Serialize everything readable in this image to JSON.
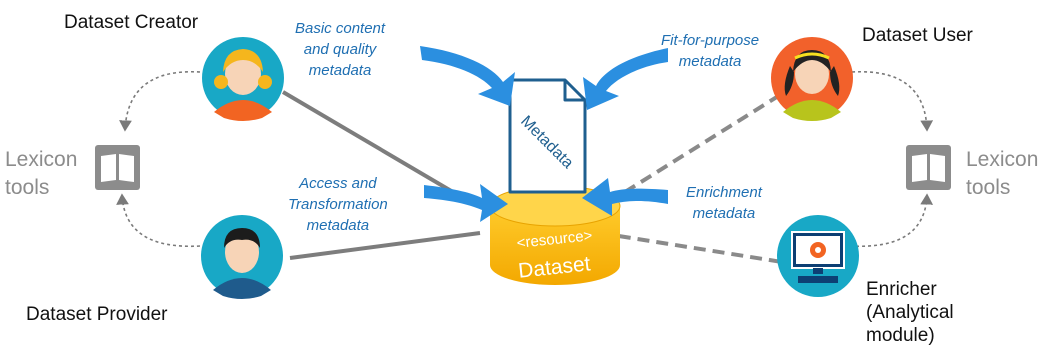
{
  "roles": {
    "creator": "Dataset Creator",
    "user": "Dataset User",
    "provider": "Dataset Provider",
    "enricher_line1": "Enricher",
    "enricher_line2": "(Analytical",
    "enricher_line3": "module)"
  },
  "metadata_labels": {
    "basic": [
      "Basic content",
      "and quality",
      "metadata"
    ],
    "fit": [
      "Fit-for-purpose",
      "metadata"
    ],
    "access": [
      "Access and",
      "Transformation",
      "metadata"
    ],
    "enrichment": [
      "Enrichment",
      "metadata"
    ]
  },
  "document": {
    "label": "Metadata"
  },
  "dataset": {
    "tag": "<resource>",
    "label": "Dataset"
  },
  "lexicon": {
    "left": [
      "Lexicon",
      "tools"
    ],
    "right": [
      "Lexicon",
      "tools"
    ]
  },
  "colors": {
    "arrow_blue": "#2b8fe0",
    "doc_blue": "#1f5f8f",
    "cylinder_yellow": "#f7b500",
    "avatar_teal": "#18a8c6",
    "avatar_orange": "#f2612b",
    "lexicon_gray": "#8c8c8c",
    "connector_gray": "#808080"
  },
  "icons": [
    "creator-avatar",
    "user-avatar",
    "provider-avatar",
    "enricher-computer-icon",
    "lexicon-book-icon",
    "metadata-document-icon",
    "dataset-cylinder-icon"
  ]
}
